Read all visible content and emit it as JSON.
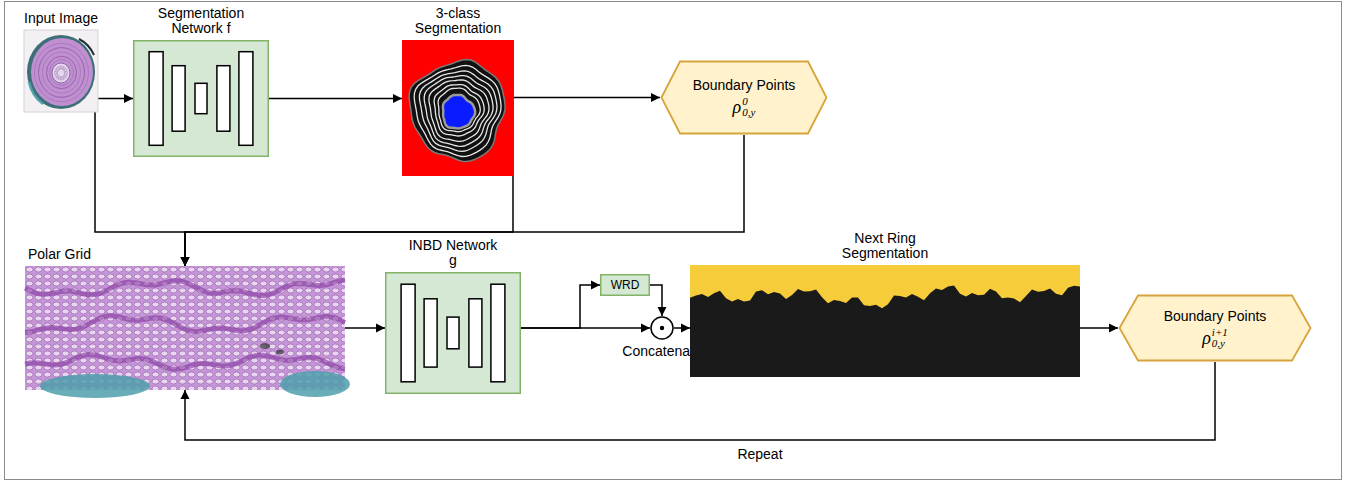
{
  "diagram": {
    "nodes": [
      {
        "text": [
          "Input Image"
        ]
      },
      {
        "text": [
          "Segmentation Network f"
        ]
      },
      {
        "text": [
          "3-class Segmentation"
        ]
      },
      {
        "text": [
          "Boundary Points",
          "ρ",
          "0",
          "0,y"
        ]
      },
      {
        "text": [
          "Polar Grid"
        ]
      },
      {
        "text": [
          "INBD Network g"
        ]
      },
      {
        "text": [
          "WRD"
        ]
      },
      {
        "text": [
          "Concatenate"
        ]
      },
      {
        "text": [
          "Next Ring Segmentation"
        ]
      },
      {
        "text": [
          "Boundary Points",
          "ρ",
          "i+1",
          "0,y"
        ]
      }
    ],
    "edges": [
      {
        "from": 0,
        "to": 1,
        "arrow": "to"
      },
      {
        "from": 1,
        "to": 2,
        "arrow": "to"
      },
      {
        "from": 2,
        "to": 3,
        "arrow": "to"
      },
      {
        "from": 0,
        "to": 4,
        "arrow": "to"
      },
      {
        "from": 2,
        "to": 4,
        "arrow": "to"
      },
      {
        "from": 3,
        "to": 4,
        "arrow": "to"
      },
      {
        "from": 4,
        "to": 5,
        "arrow": "to"
      },
      {
        "from": 5,
        "to": 6,
        "arrow": "to"
      },
      {
        "from": 5,
        "to": 7,
        "arrow": "to"
      },
      {
        "from": 6,
        "to": 7,
        "arrow": "to"
      },
      {
        "from": 7,
        "to": 8,
        "arrow": "to"
      },
      {
        "from": 8,
        "to": 9,
        "arrow": "to"
      },
      {
        "from": 9,
        "to": 4,
        "label": "Repeat",
        "arrow": "to"
      }
    ]
  }
}
